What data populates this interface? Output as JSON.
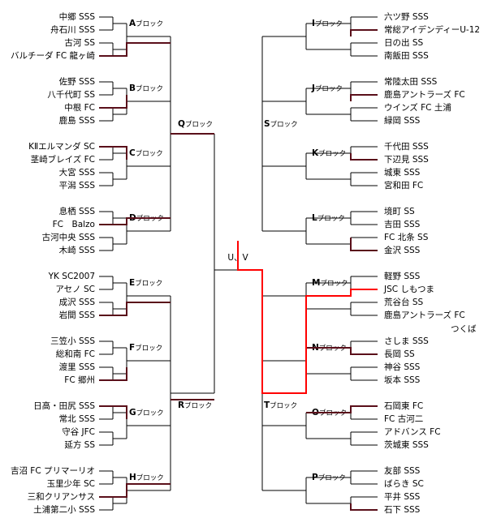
{
  "colors": {
    "line": "#000000",
    "advanced": "#5a0f1a",
    "highlight": "#ff0000"
  },
  "final_label": "U、V",
  "left": {
    "semis": [
      {
        "code": "Q",
        "suffix": "ブロック"
      },
      {
        "code": "R",
        "suffix": "ブロック"
      }
    ],
    "blocks": [
      {
        "code": "A",
        "suffix": "ブロック",
        "teams": [
          "中郷 SSS",
          "舟石川 SSS",
          "古河 SS",
          "バルチーダ FC 龍ヶ崎"
        ]
      },
      {
        "code": "B",
        "suffix": "ブロック",
        "teams": [
          "佐野 SSS",
          "八千代町 SS",
          "中根 FC",
          "鹿島 SSS"
        ]
      },
      {
        "code": "C",
        "suffix": "ブロック",
        "teams": [
          "KⅡエルマンダ SC",
          "茎崎ブレイズ FC",
          "大宮 SSS",
          "平潟 SSS"
        ]
      },
      {
        "code": "D",
        "suffix": "ブロック",
        "teams": [
          "息栖 SSS",
          "FC　Balzo",
          "古河中央 SSS",
          "木崎 SSS"
        ]
      },
      {
        "code": "E",
        "suffix": "ブロック",
        "teams": [
          "YK SC2007",
          "アセノ SC",
          "成沢 SSS",
          "岩間 SSS"
        ]
      },
      {
        "code": "F",
        "suffix": "ブロック",
        "teams": [
          "三笠小 SSS",
          "総和南 FC",
          "渡里 SSS",
          "FC 郷州"
        ]
      },
      {
        "code": "G",
        "suffix": "ブロック",
        "teams": [
          "日高・田尻 SSS",
          "常北 SSS",
          "守谷 JFC",
          "延方 SS"
        ]
      },
      {
        "code": "H",
        "suffix": "ブロック",
        "teams": [
          "吉沼 FC プリマーリオ",
          "玉里少年 SC",
          "三和クリアンサス",
          "土浦第二小 SSS"
        ]
      }
    ]
  },
  "right": {
    "semis": [
      {
        "code": "S",
        "suffix": "ブロック"
      },
      {
        "code": "T",
        "suffix": "ブロック"
      }
    ],
    "blocks": [
      {
        "code": "I",
        "suffix": "ブロック",
        "teams": [
          "六ツ野 SSS",
          "常総アイデンディーU-12",
          "日の出 SS",
          "南飯田 SSS"
        ]
      },
      {
        "code": "J",
        "suffix": "ブロック",
        "teams": [
          "常陸太田 SSS",
          "鹿島アントラーズ FC",
          "ウインズ FC 土浦",
          "緑岡 SSS"
        ]
      },
      {
        "code": "K",
        "suffix": "ブロック",
        "teams": [
          "千代田 SSS",
          "下辺見 SSS",
          "城東 SSS",
          "宮和田 FC"
        ]
      },
      {
        "code": "L",
        "suffix": "ブロック",
        "teams": [
          "境町 SS",
          "吉田 SSS",
          "FC 北条 SS",
          "金沢 SSS"
        ]
      },
      {
        "code": "M",
        "suffix": "ブロック",
        "teams": [
          "軽野 SSS",
          "JSC しもつま",
          "荒谷台 SS",
          "鹿島アントラーズ FC"
        ],
        "extra": "つくば"
      },
      {
        "code": "N",
        "suffix": "ブロック",
        "teams": [
          "さしま SSS",
          "長岡 SS",
          "神谷 SSS",
          "坂本 SSS"
        ]
      },
      {
        "code": "O",
        "suffix": "ブロック",
        "teams": [
          "石岡東 FC",
          "FC 古河二",
          "アドバンス FC",
          "茨城東 SSS"
        ]
      },
      {
        "code": "P",
        "suffix": "ブロック",
        "teams": [
          "友部 SSS",
          "ばらき SC",
          "平井 SSS",
          "石下 SSS"
        ]
      }
    ]
  }
}
